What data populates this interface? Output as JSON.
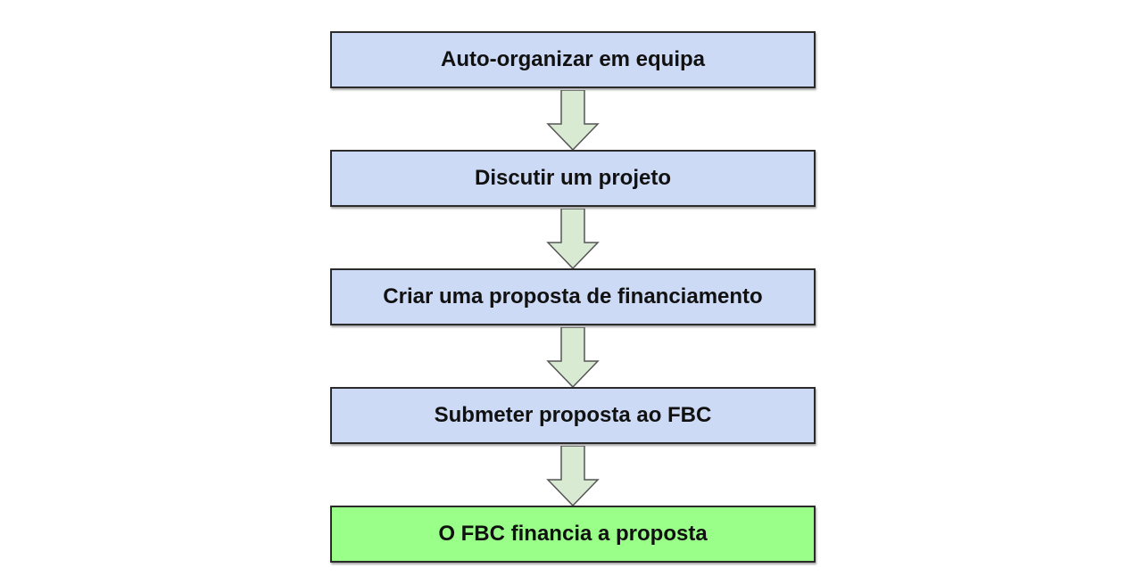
{
  "diagram": {
    "steps": [
      {
        "label": "Auto-organizar em equipa",
        "fill": "#ccdaf5"
      },
      {
        "label": "Discutir um projeto",
        "fill": "#ccdaf5"
      },
      {
        "label": "Criar uma proposta de financiamento",
        "fill": "#ccdaf5"
      },
      {
        "label": "Submeter proposta ao FBC",
        "fill": "#ccdaf5"
      },
      {
        "label": "O FBC financia a proposta",
        "fill": "#99ff88"
      }
    ],
    "arrow_fill": "#d9ead3",
    "arrow_stroke": "#555555"
  }
}
